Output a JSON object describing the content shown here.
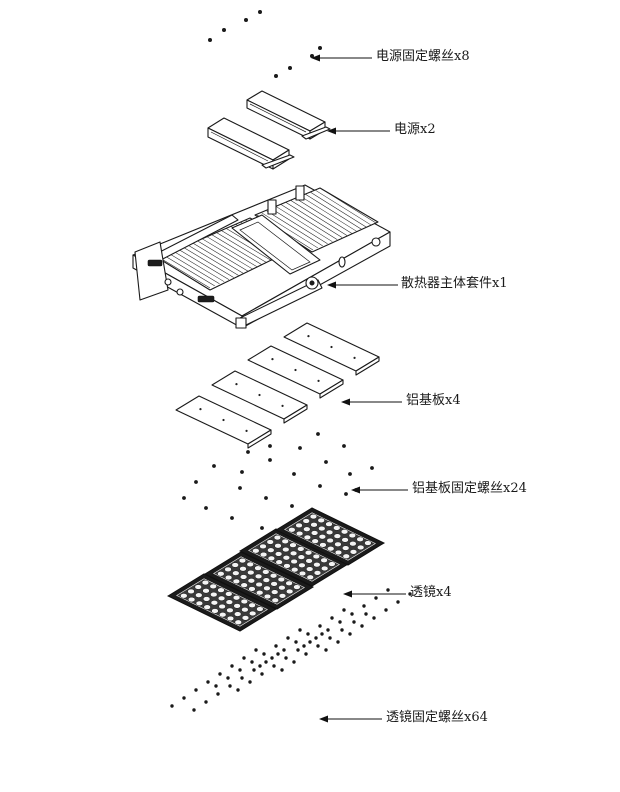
{
  "parts": [
    {
      "id": "psu-screws",
      "label": "电源固定螺丝x8"
    },
    {
      "id": "psu",
      "label": "电源x2"
    },
    {
      "id": "heatsink",
      "label": "散热器主体套件x1"
    },
    {
      "id": "aluminum-board",
      "label": "铝基板x4"
    },
    {
      "id": "board-screws",
      "label": "铝基板固定螺丝x24"
    },
    {
      "id": "lens",
      "label": "透镜x4"
    },
    {
      "id": "lens-screws",
      "label": "透镜固定螺丝x64"
    }
  ]
}
